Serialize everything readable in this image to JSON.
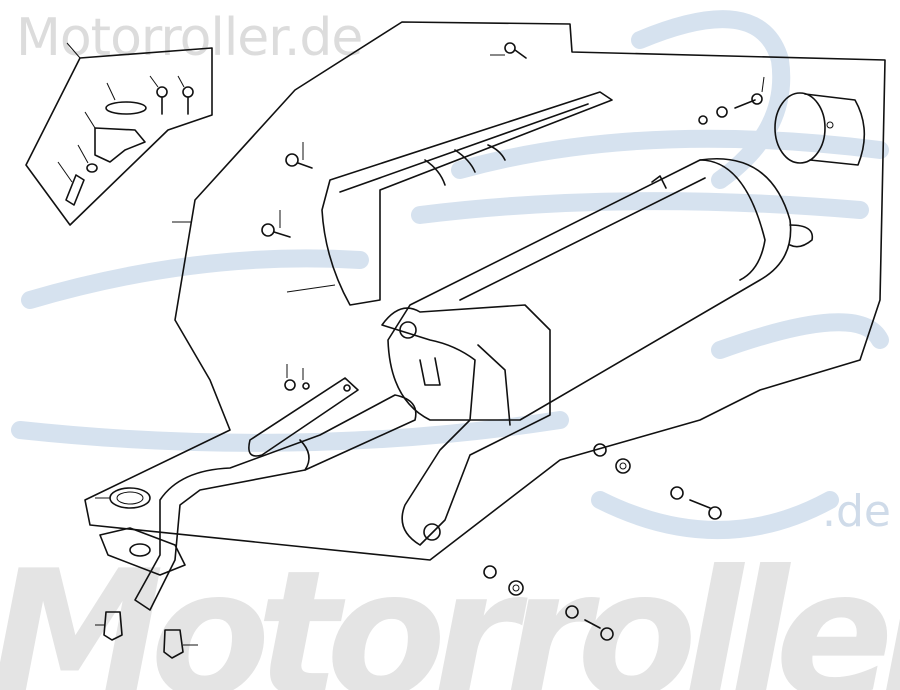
{
  "watermarks": {
    "top_text": "Motorroller.de",
    "bottom_text": "Motorroller",
    "bottom_suffix": ".de",
    "logo_color": "#d6e2ef"
  },
  "diagram": {
    "subject": "exhaust-muffler-exploded-view",
    "line_color": "#111111"
  }
}
